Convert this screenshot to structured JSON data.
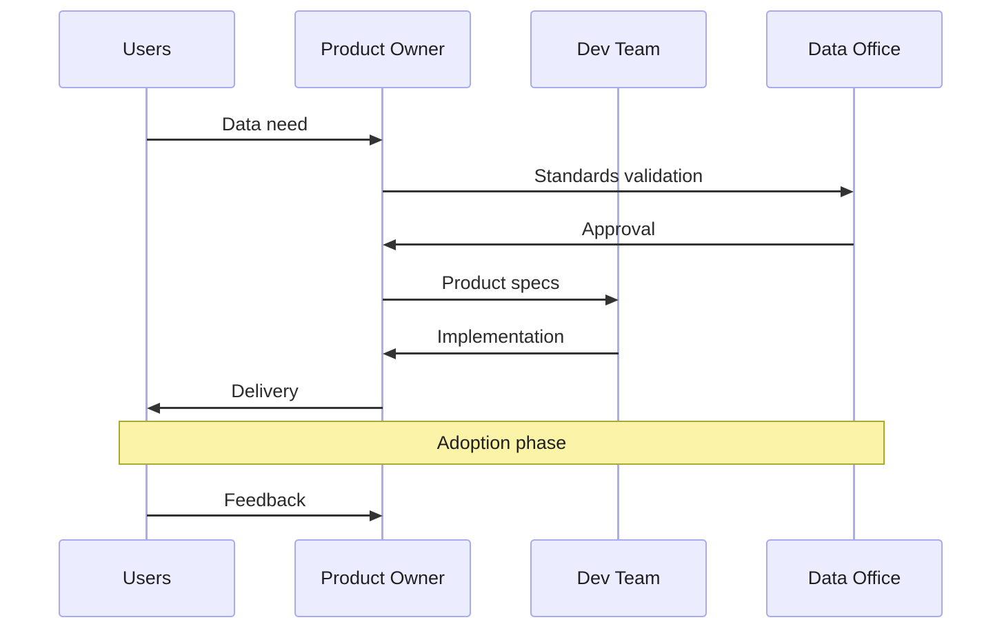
{
  "diagram": {
    "type": "sequence",
    "actors": [
      {
        "name": "Users"
      },
      {
        "name": "Product Owner"
      },
      {
        "name": "Dev Team"
      },
      {
        "name": "Data Office"
      }
    ],
    "messages": [
      {
        "label": "Data need",
        "from": "Users",
        "to": "Product Owner"
      },
      {
        "label": "Standards validation",
        "from": "Product Owner",
        "to": "Data Office"
      },
      {
        "label": "Approval",
        "from": "Data Office",
        "to": "Product Owner"
      },
      {
        "label": "Product specs",
        "from": "Product Owner",
        "to": "Dev Team"
      },
      {
        "label": "Implementation",
        "from": "Dev Team",
        "to": "Product Owner"
      },
      {
        "label": "Delivery",
        "from": "Product Owner",
        "to": "Users"
      },
      {
        "label": "Feedback",
        "from": "Users",
        "to": "Product Owner"
      }
    ],
    "phase": {
      "label": "Adoption phase"
    },
    "colors": {
      "actor_fill": "#ECECFF",
      "actor_border": "#AAAAEE",
      "lifeline": "#ACACEC",
      "arrow": "#333333",
      "phase_fill": "#FBF3A7",
      "phase_border": "#AAAA33",
      "text": "#1f1f1f"
    }
  }
}
